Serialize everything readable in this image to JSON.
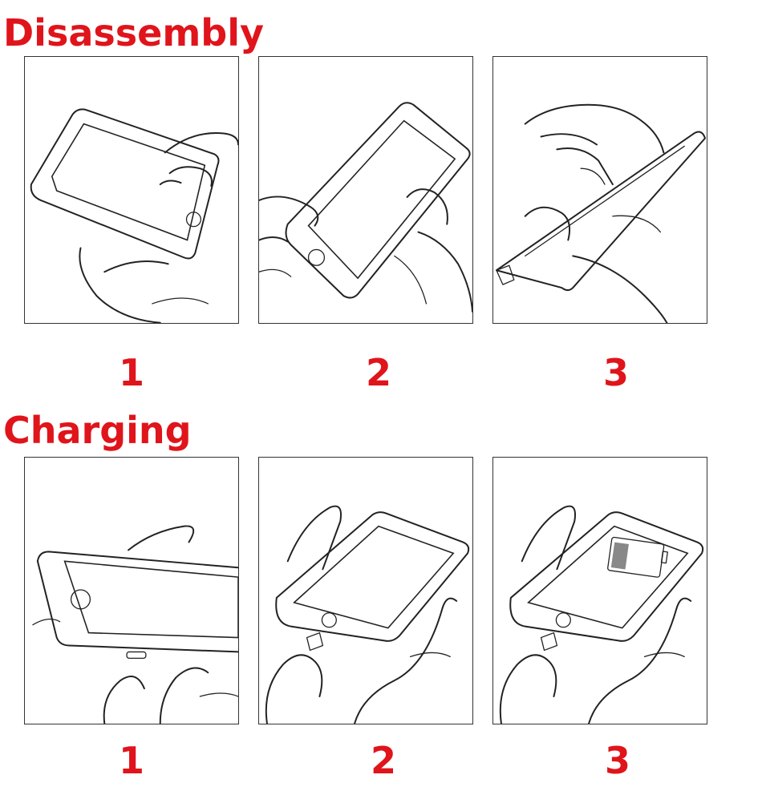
{
  "sections": {
    "disassembly": {
      "title": "Disassembly",
      "steps": [
        "1",
        "2",
        "3"
      ]
    },
    "charging": {
      "title": "Charging",
      "steps": [
        "1",
        "2",
        "3"
      ]
    }
  },
  "colors": {
    "accent": "#e0141b",
    "line": "#222222",
    "background": "#ffffff"
  },
  "icons": {
    "disassembly_1": "hand-holding-phone-illustration",
    "disassembly_2": "hands-pressing-case-illustration",
    "disassembly_3": "hand-removing-case-illustration",
    "charging_1": "phone-charging-port-illustration",
    "charging_2": "plugging-cable-illustration",
    "charging_3": "battery-charging-illustration"
  }
}
